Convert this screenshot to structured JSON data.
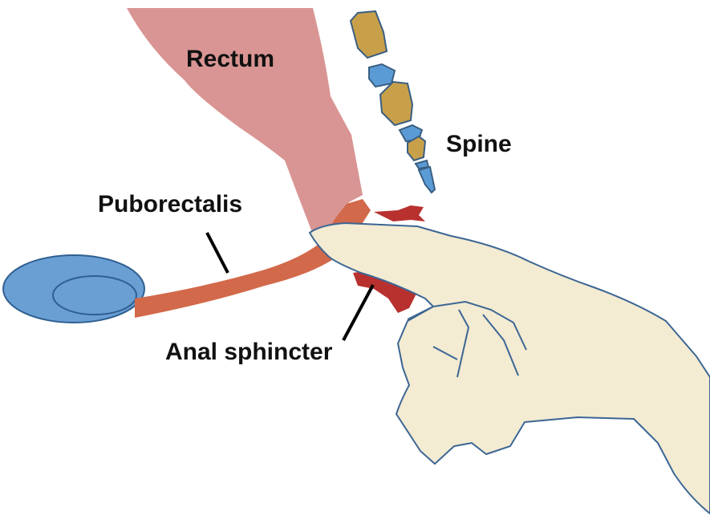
{
  "labels": {
    "rectum": "Rectum",
    "spine": "Spine",
    "puborectalis": "Puborectalis",
    "anal_sphincter": "Anal sphincter"
  },
  "colors": {
    "rectum": "#D99593",
    "vertebra_body": "#C9A04A",
    "vertebra_disc": "#5B9BD5",
    "bone_outline": "#3A5F82",
    "puborectalis": "#D2694A",
    "pubic_bone": "#6A9FD4",
    "sphincter": "#B8312F",
    "hand_fill": "#F3EBD2",
    "hand_outline": "#3C6694",
    "leader_line": "#000000"
  }
}
